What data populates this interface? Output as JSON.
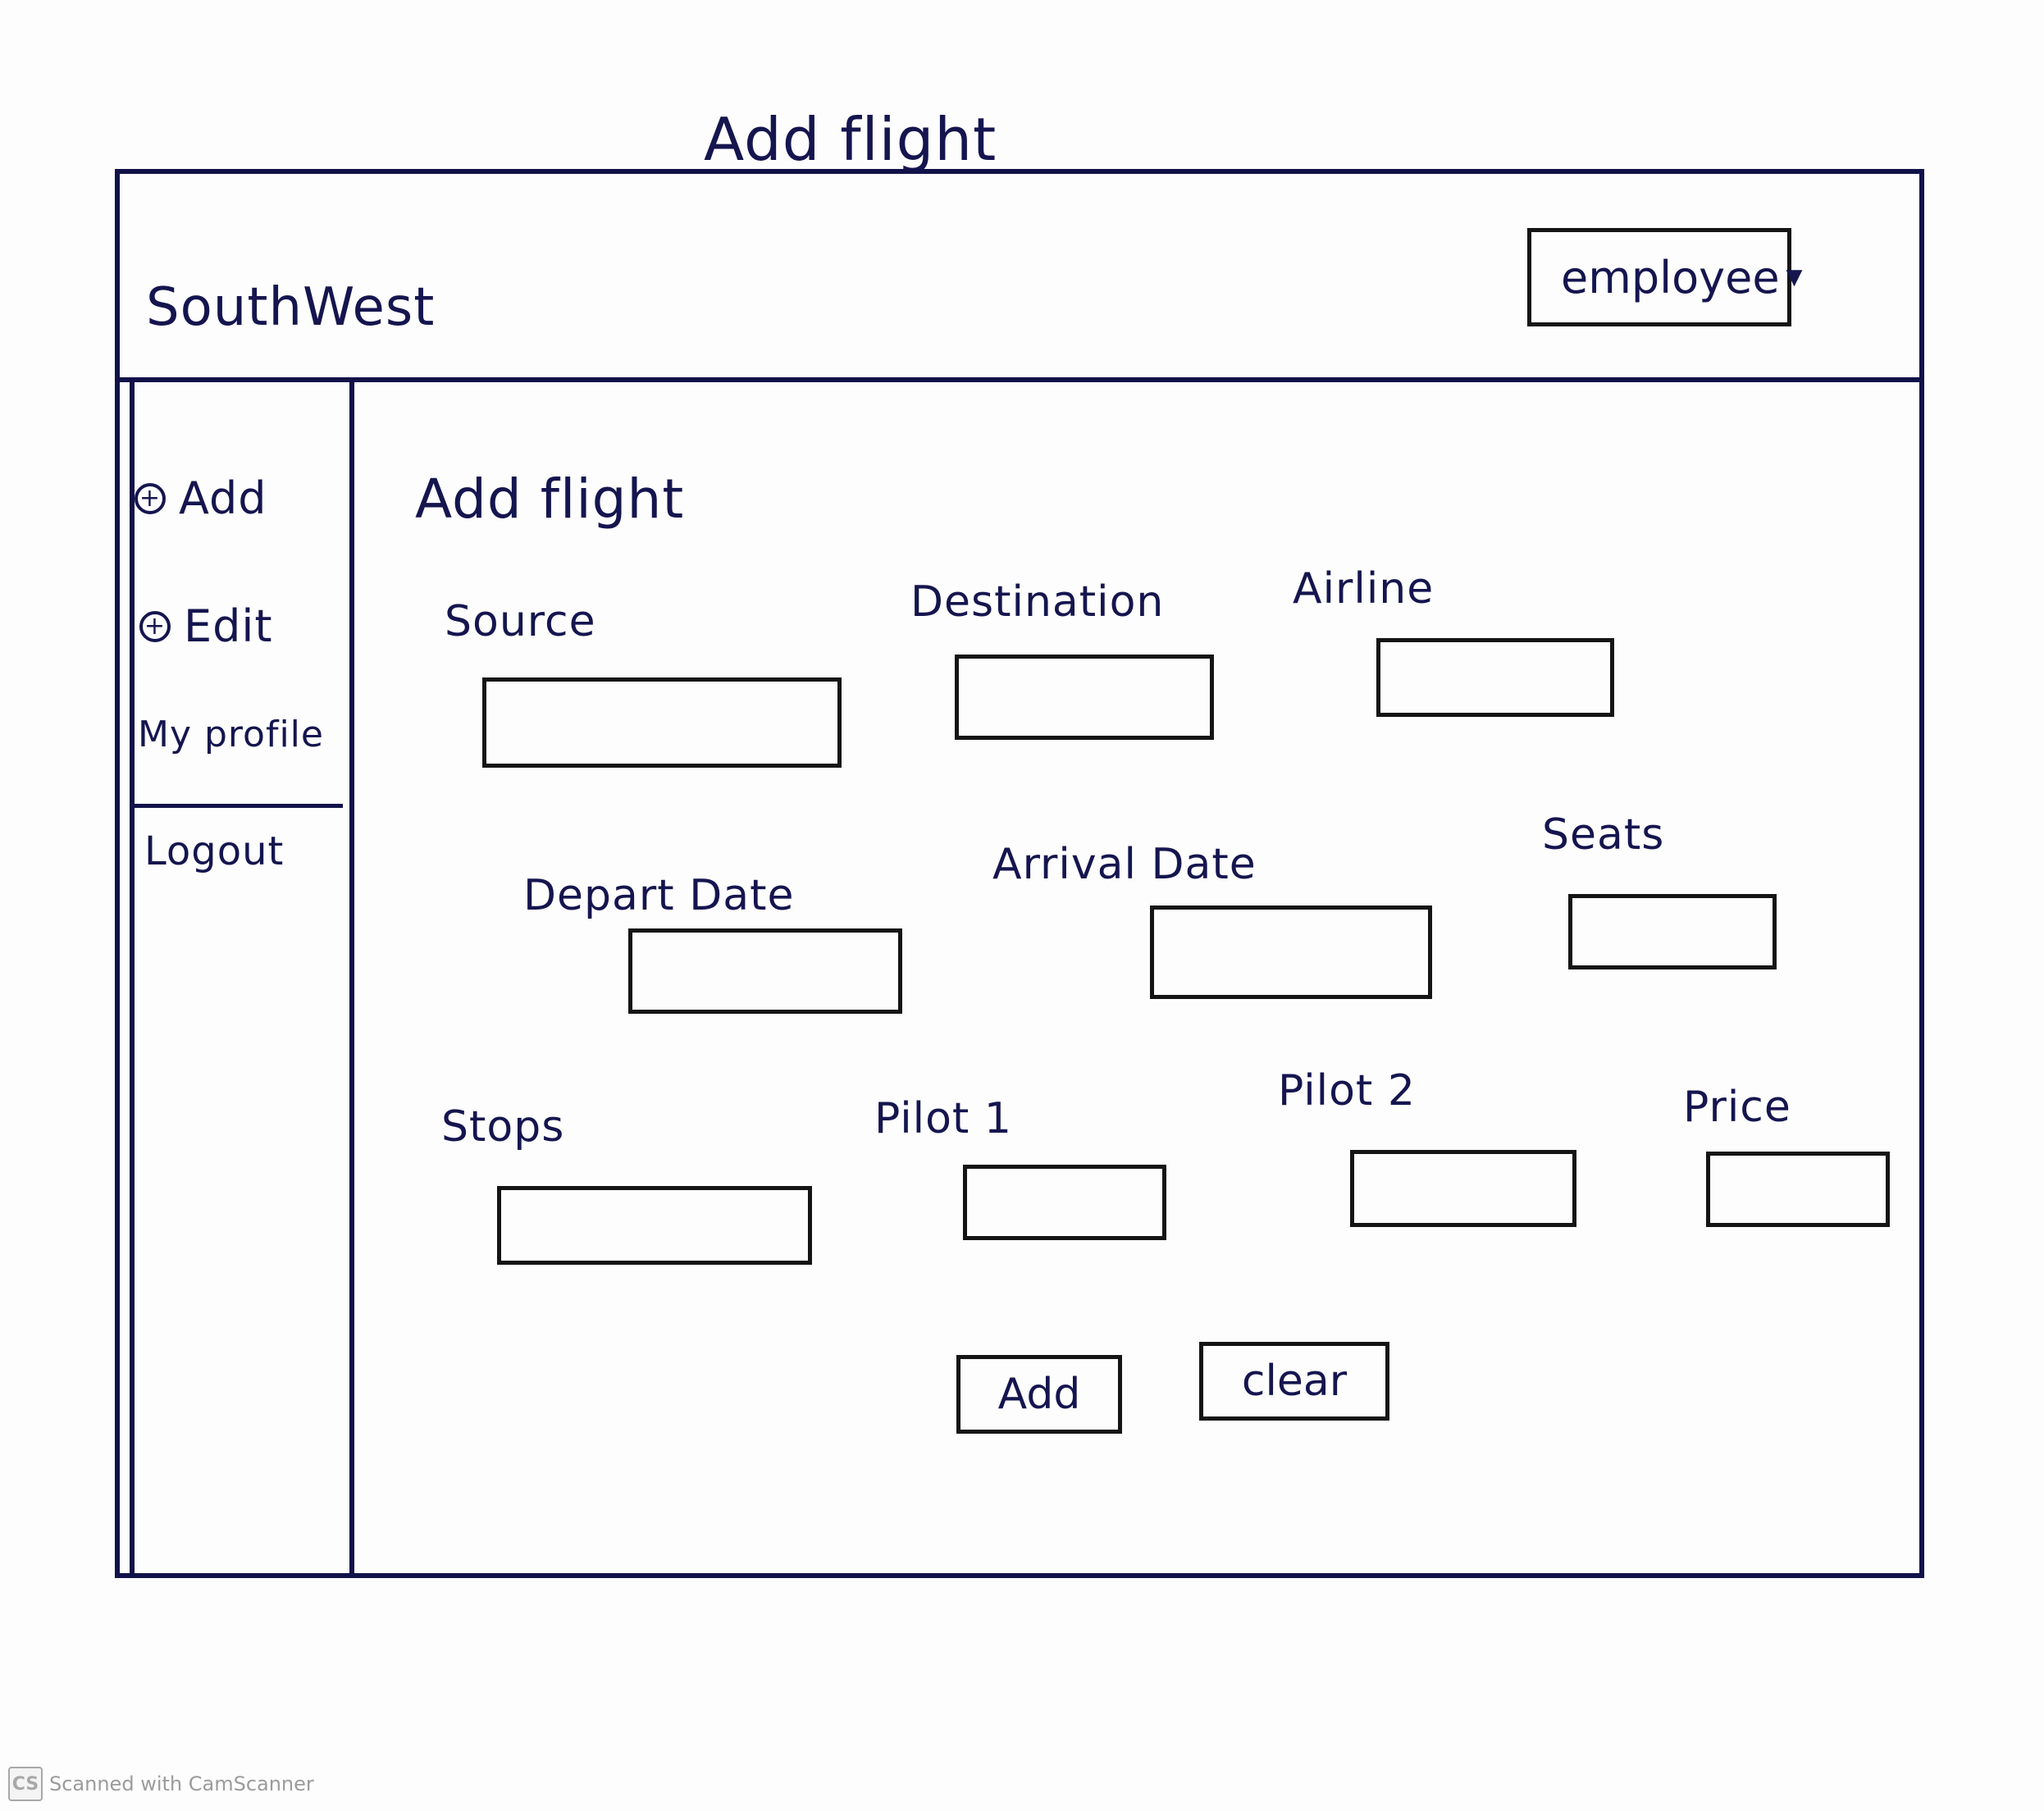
{
  "page": {
    "title": "Add flight"
  },
  "header": {
    "brand": "SouthWest",
    "user_menu": {
      "label": "employee",
      "indicator": "▼"
    }
  },
  "sidebar": {
    "items": [
      {
        "label": "Add",
        "icon": "plus-circle-icon"
      },
      {
        "label": "Edit",
        "icon": "plus-circle-icon"
      },
      {
        "label": "My profile"
      },
      {
        "label": "Logout"
      }
    ]
  },
  "main": {
    "heading": "Add flight",
    "fields": [
      {
        "label": "Source",
        "value": ""
      },
      {
        "label": "Destination",
        "value": ""
      },
      {
        "label": "Airline",
        "value": ""
      },
      {
        "label": "Depart Date",
        "value": ""
      },
      {
        "label": "Arrival Date",
        "value": ""
      },
      {
        "label": "Seats",
        "value": ""
      },
      {
        "label": "Stops",
        "value": ""
      },
      {
        "label": "Pilot 1",
        "value": ""
      },
      {
        "label": "Pilot 2",
        "value": ""
      },
      {
        "label": "Price",
        "value": ""
      }
    ],
    "actions": {
      "add": "Add",
      "clear": "clear"
    }
  },
  "footer": {
    "badge": "CS",
    "text": "Scanned with CamScanner"
  },
  "colors": {
    "ink": "#15154f",
    "paper": "#fdfdfd"
  }
}
